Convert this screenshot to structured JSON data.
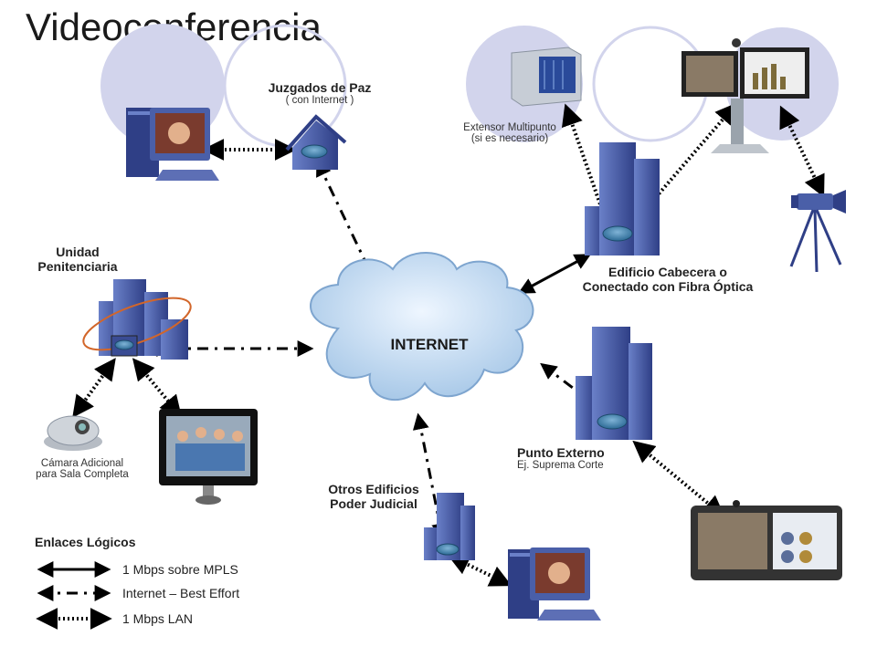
{
  "title": "Videoconferencia",
  "nodes": {
    "juzgados": {
      "name": "Juzgados de Paz",
      "sub": "( con Internet  )"
    },
    "extensor": {
      "line1": "Extensor Multipunto",
      "line2": "(si es necesario)"
    },
    "unidad": {
      "line1": "Unidad",
      "line2": "Penitenciaria"
    },
    "cabecera": {
      "line1": "Edificio Cabecera o",
      "line2": "Conectado con Fibra Óptica"
    },
    "internet": {
      "name": "INTERNET"
    },
    "camara": {
      "line1": "Cámara Adicional",
      "line2": "para Sala Completa"
    },
    "externo": {
      "name": "Punto Externo",
      "sub": "Ej. Suprema Corte"
    },
    "otros": {
      "line1": "Otros Edificios",
      "line2": "Poder Judicial"
    }
  },
  "legend": {
    "title": "Enlaces Lógicos",
    "items": [
      {
        "label": "1 Mbps sobre MPLS",
        "style": "solid"
      },
      {
        "label": "Internet – Best Effort",
        "style": "dashdot"
      },
      {
        "label": "1 Mbps LAN",
        "style": "dotted"
      }
    ]
  },
  "colors": {
    "building": "#4a5fa8",
    "cloud": "#c9dff2",
    "circle": "#d4d7ee",
    "line": "#000000"
  }
}
